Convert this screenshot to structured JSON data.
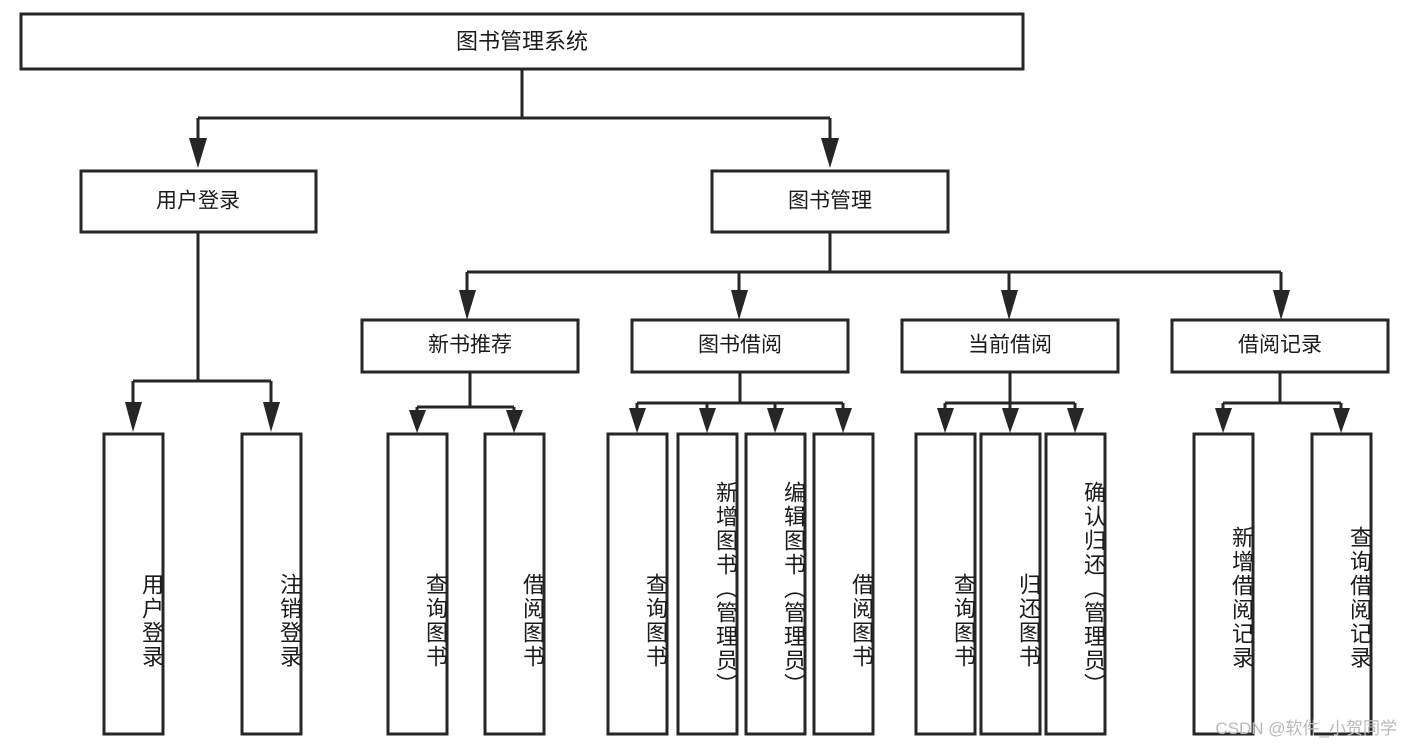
{
  "diagram": {
    "title": "图书管理系统",
    "type": "tree-hierarchy",
    "root": {
      "label": "图书管理系统"
    },
    "level1": [
      {
        "label": "用户登录"
      },
      {
        "label": "图书管理"
      }
    ],
    "level2": [
      {
        "label": "新书推荐"
      },
      {
        "label": "图书借阅"
      },
      {
        "label": "当前借阅"
      },
      {
        "label": "借阅记录"
      }
    ],
    "leaves": {
      "user_login": [
        {
          "label": "用户登录"
        },
        {
          "label": "注销登录"
        }
      ],
      "new_book_recommend": [
        {
          "label": "查询图书"
        },
        {
          "label": "借阅图书"
        }
      ],
      "book_borrow": [
        {
          "label": "查询图书"
        },
        {
          "label": "新增图书（管理员）"
        },
        {
          "label": "编辑图书（管理员）"
        },
        {
          "label": "借阅图书"
        }
      ],
      "current_borrow": [
        {
          "label": "查询图书"
        },
        {
          "label": "归还图书"
        },
        {
          "label": "确认归还（管理员）"
        }
      ],
      "borrow_record": [
        {
          "label": "新增借阅记录"
        },
        {
          "label": "查询借阅记录"
        }
      ]
    }
  },
  "watermark": {
    "text": "CSDN @软件_小贺同学"
  },
  "colors": {
    "stroke": "#262626",
    "fill": "#ffffff",
    "text": "#1b1b1b",
    "watermark": "#b9b9b9"
  }
}
